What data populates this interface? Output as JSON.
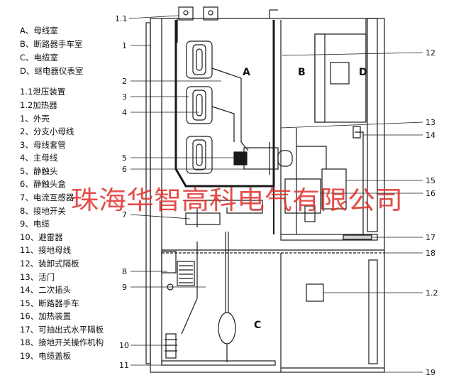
{
  "legend_compartments": [
    "A、母线室",
    "B、断路器手车室",
    "C、电缆室",
    "D、继电器仪表室"
  ],
  "legend_parts": [
    "1.1泄压装置",
    "1.2加热器",
    "1、外壳",
    "2、分支小母线",
    "3、母线套管",
    "4、主母线",
    "5、静触头",
    "6、静触头盒",
    "7、电流互感器",
    "8、接地开关",
    "9、电缆",
    "10、避雷器",
    "11、接地母线",
    "12、装卸式隔板",
    "13、活门",
    "14、二次插头",
    "15、断路器手车",
    "16、加热装置",
    "17、可抽出式水平隔板",
    "18、接地开关操作机构",
    "19、电缆盖板"
  ],
  "callouts_left": [
    "1.1",
    "1",
    "2",
    "3",
    "4",
    "5",
    "6",
    "7",
    "8",
    "9",
    "10",
    "11"
  ],
  "callouts_right": [
    "12",
    "13",
    "14",
    "15",
    "16",
    "17",
    "18",
    "1.2",
    "19"
  ],
  "compartment_letters": {
    "a": "A",
    "b": "B",
    "c": "C",
    "d": "D"
  },
  "watermark": "珠海华智高科电气有限公司",
  "colors": {
    "line": "#1a1a1a",
    "watermark": "#e0302a",
    "bus_fill": "#ffffff",
    "grey_fill": "#cfcfcf"
  }
}
